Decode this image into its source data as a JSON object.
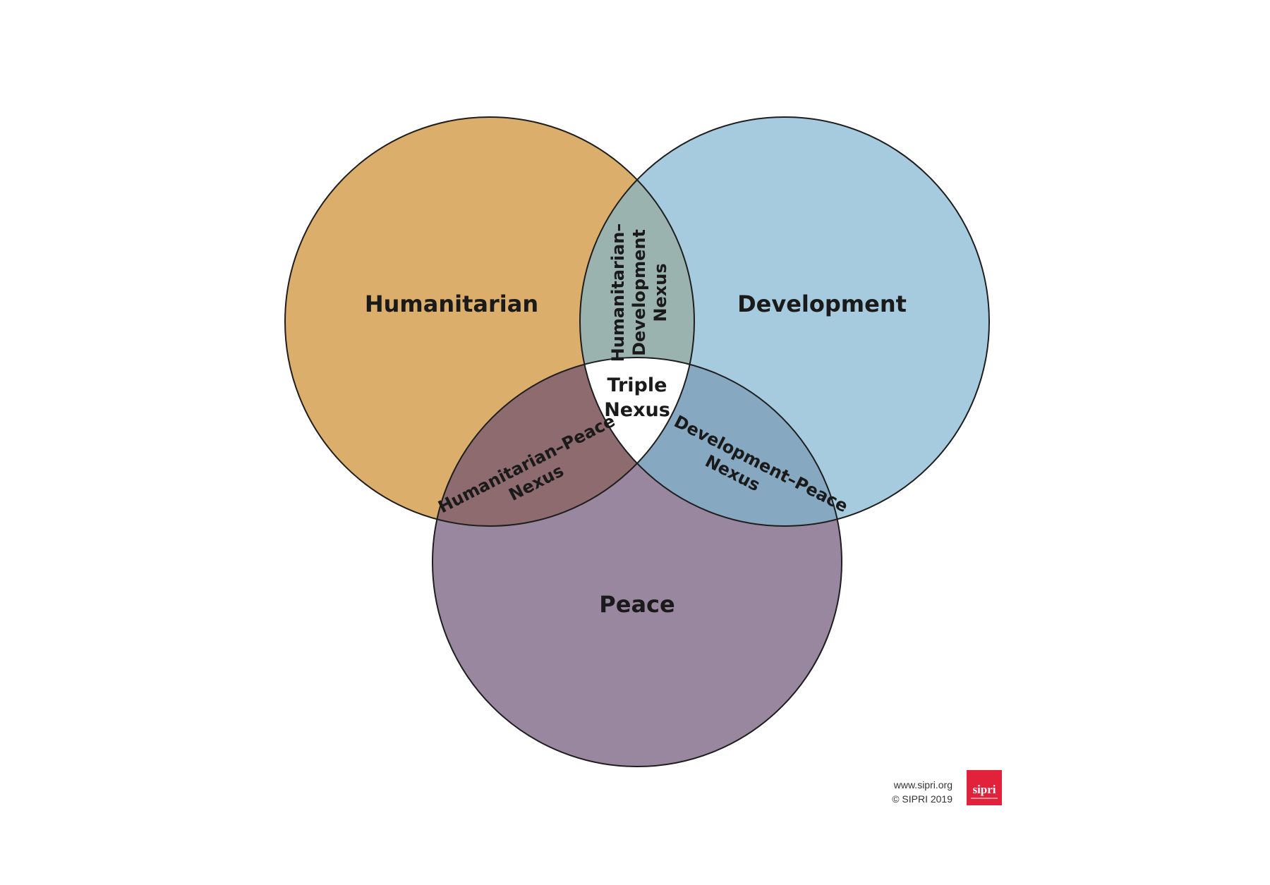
{
  "diagram": {
    "sets": [
      {
        "id": "humanitarian",
        "label": "Humanitarian",
        "color": "#dcae6c"
      },
      {
        "id": "development",
        "label": "Development",
        "color": "#a6cbde"
      },
      {
        "id": "peace",
        "label": "Peace",
        "color": "#98879f"
      }
    ],
    "overlaps": {
      "humanitarian_development": {
        "lines": [
          "Humanitarian–",
          "Development",
          "Nexus"
        ],
        "color": "#9bb3af"
      },
      "humanitarian_peace": {
        "lines": [
          "Humanitarian–Peace",
          "Nexus"
        ],
        "color": "#8d6b6f"
      },
      "development_peace": {
        "lines": [
          "Development–Peace",
          "Nexus"
        ],
        "color": "#86a8c0"
      },
      "triple": {
        "lines": [
          "Triple",
          "Nexus"
        ],
        "color": "#ffffff"
      }
    },
    "outline_color": "#1e1e1e"
  },
  "footer": {
    "website": "www.sipri.org",
    "copyright": "© SIPRI 2019",
    "logo_text": "sipri",
    "logo_color": "#e2213a"
  }
}
